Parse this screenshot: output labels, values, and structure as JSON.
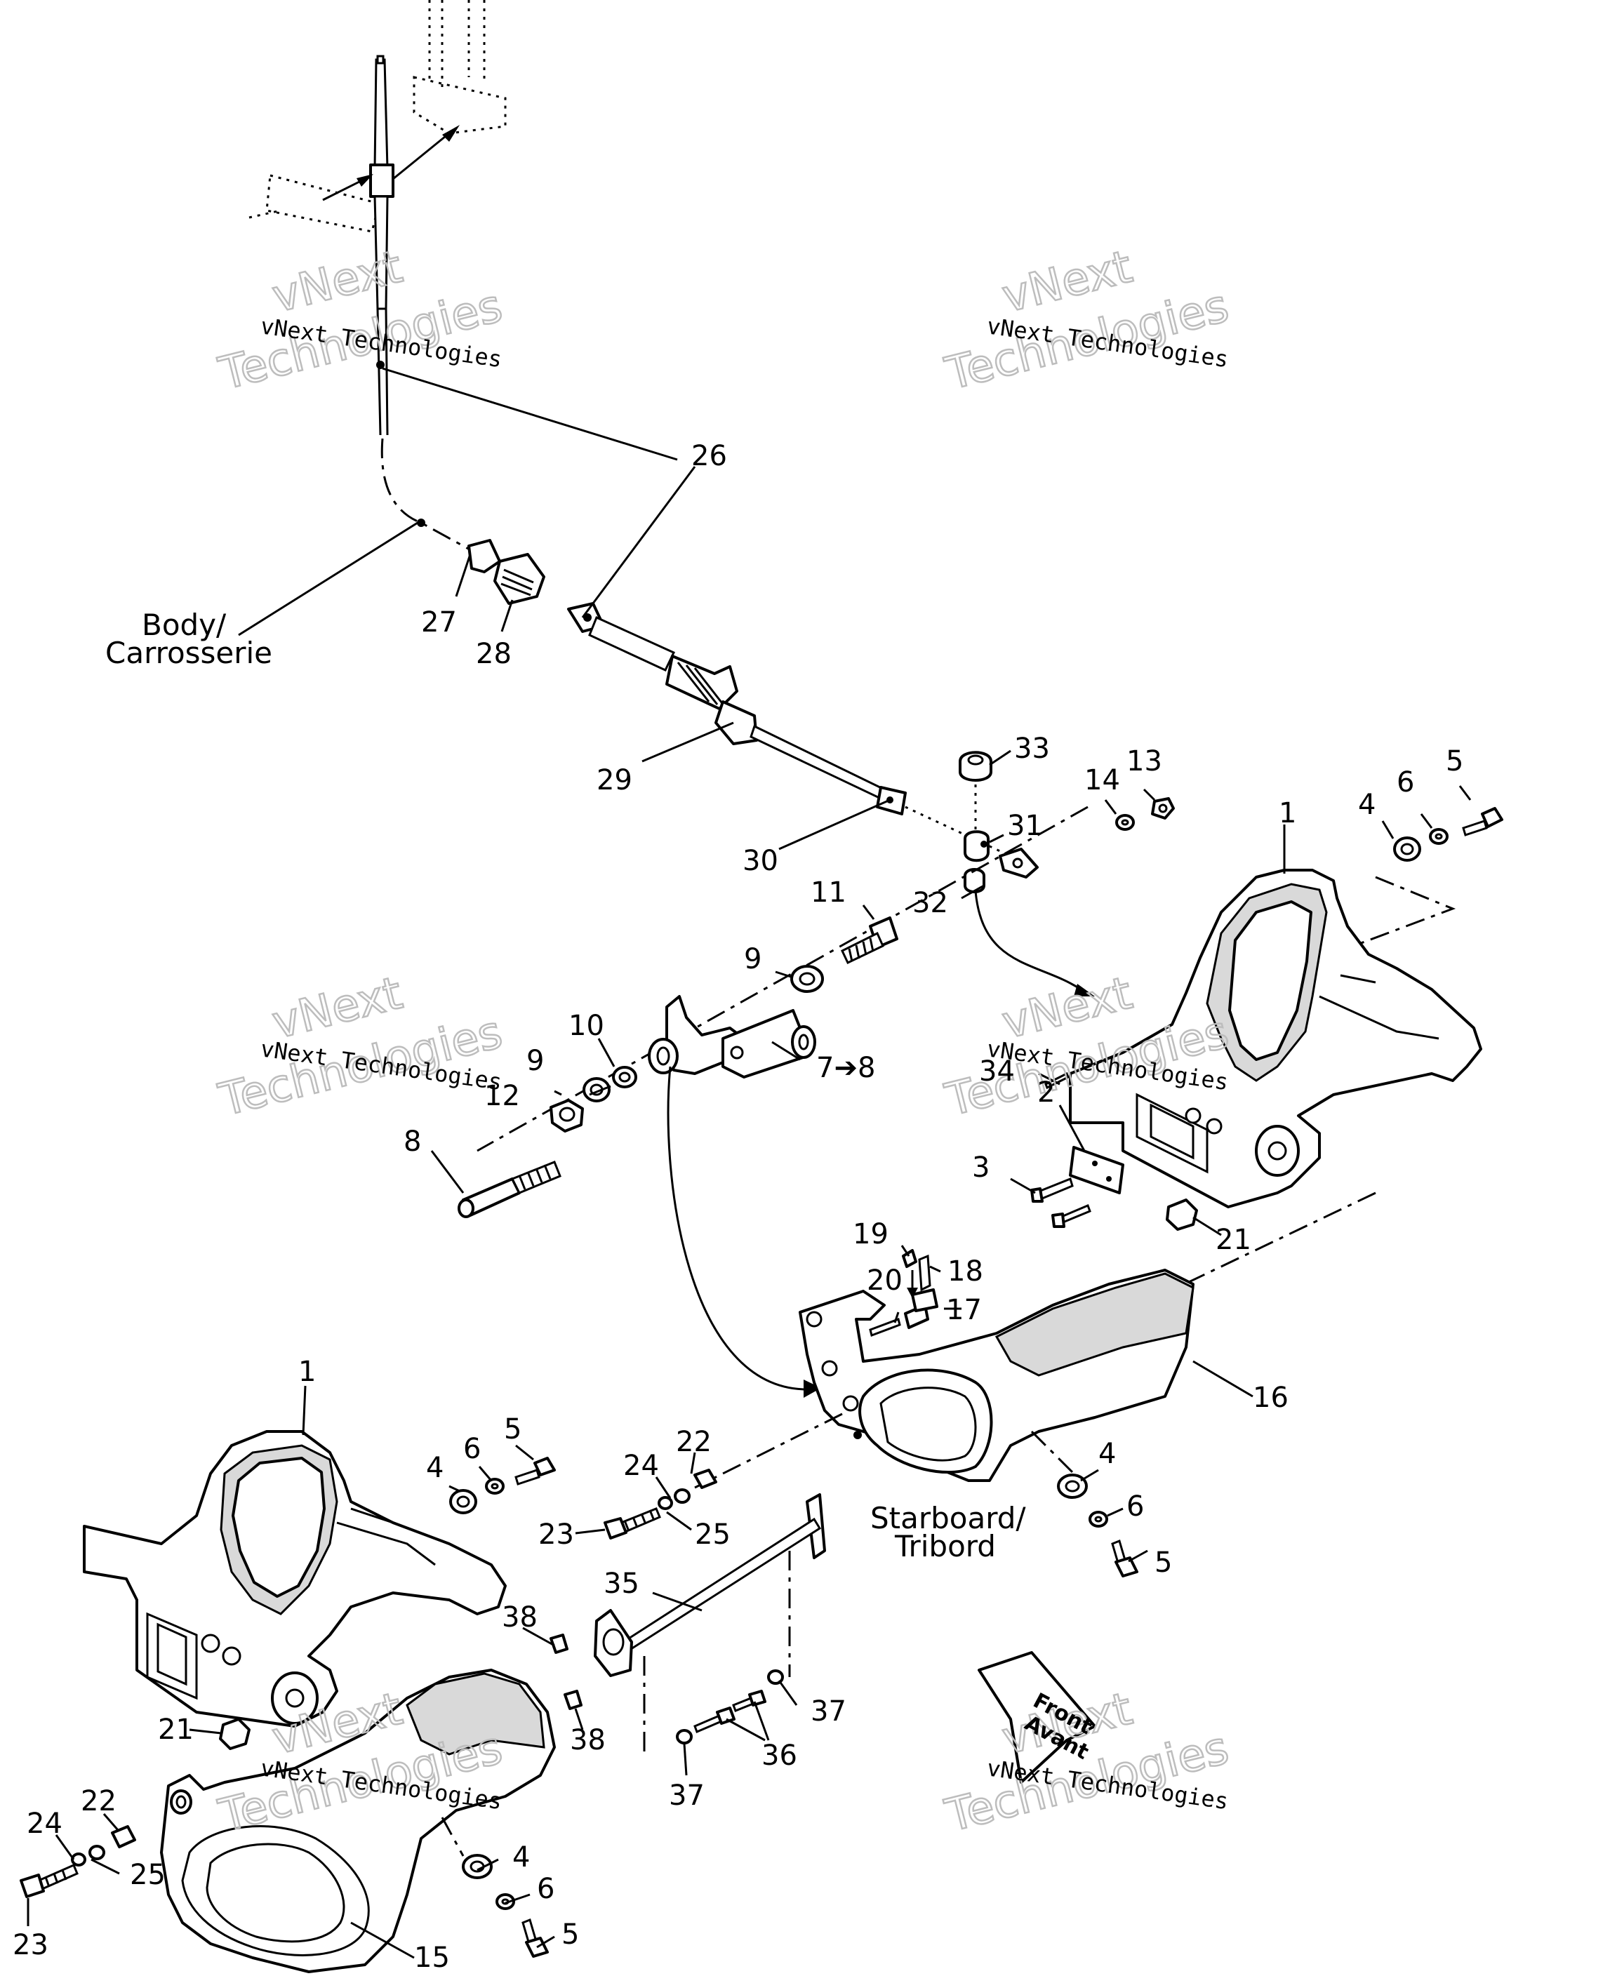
{
  "callouts": {
    "c1a": "1",
    "c1b": "1",
    "c2": "2",
    "c3": "3",
    "c4a": "4",
    "c4b": "4",
    "c4c": "4",
    "c5a": "5",
    "c5b": "5",
    "c5c": "5",
    "c5d": "5",
    "c6a": "6",
    "c6b": "6",
    "c6c": "6",
    "c6d": "6",
    "c7": "7➔8",
    "c8": "8",
    "c9a": "9",
    "c9b": "9",
    "c10": "10",
    "c11": "11",
    "c12": "12",
    "c13": "13",
    "c14": "14",
    "c15": "15",
    "c16": "16",
    "c17": "17",
    "c18": "18",
    "c19": "19",
    "c20": "20",
    "c21a": "21",
    "c21b": "21",
    "c22a": "22",
    "c22b": "22",
    "c23a": "23",
    "c23b": "23",
    "c24a": "24",
    "c24b": "24",
    "c25a": "25",
    "c25b": "25",
    "c26": "26",
    "c27": "27",
    "c28": "28",
    "c29": "29",
    "c30": "30",
    "c31": "31",
    "c32": "32",
    "c33": "33",
    "c34": "34",
    "c35": "35",
    "c36": "36",
    "c37a": "37",
    "c37b": "37",
    "c38a": "38",
    "c38b": "38"
  },
  "labels": {
    "body_line1": "Body/",
    "body_line2": "Carrosserie",
    "starboard_line1": "Starboard/",
    "starboard_line2": "Tribord",
    "front_line1": "Front",
    "front_line2": "Avant"
  },
  "watermark": {
    "small_text": "vNext Technologies",
    "big_line1": "vNext",
    "big_line2": "Technologies"
  }
}
